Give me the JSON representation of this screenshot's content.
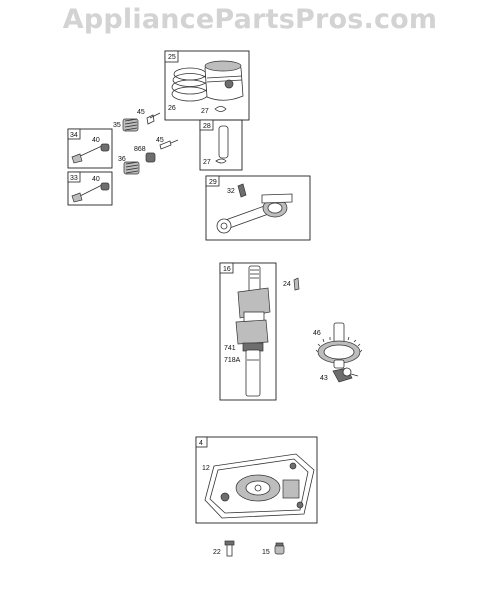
{
  "header": {
    "watermark": "AppliancePartsPros.com"
  },
  "groups": {
    "piston": {
      "ref": "25",
      "labels": [
        "26",
        "27"
      ]
    },
    "pin": {
      "ref": "28",
      "labels": [
        "27"
      ]
    },
    "rod": {
      "ref": "29",
      "labels": [
        "32"
      ]
    },
    "valve_exhaust": {
      "ref": "34",
      "labels": [
        "40"
      ]
    },
    "valve_intake": {
      "ref": "33",
      "labels": [
        "40"
      ]
    },
    "crankshaft": {
      "ref": "16",
      "labels": [
        "741",
        "718A"
      ]
    },
    "sump": {
      "ref": "4",
      "labels": [
        "12"
      ]
    }
  },
  "loose": {
    "spring_upper": "35",
    "retainer_upper": "45",
    "spring_lower": "36",
    "valve_seal": "868",
    "retainer_lower": "45",
    "key": "24",
    "cam_gear": "46",
    "governor": "43",
    "bolt": "22",
    "plug": "15"
  }
}
